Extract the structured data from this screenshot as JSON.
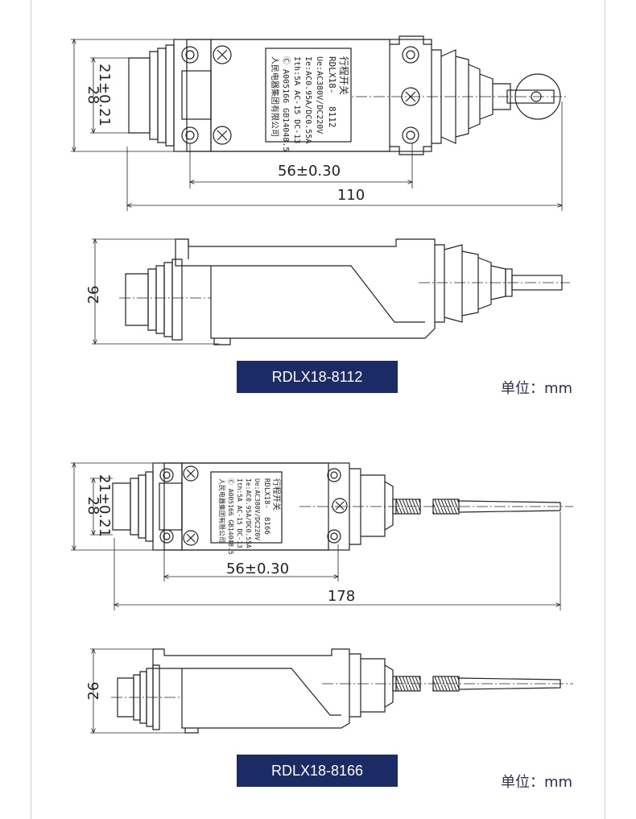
{
  "drawing1": {
    "model_label": "RDLX18-8112",
    "unit_label": "单位：mm",
    "top_view": {
      "dim_height": "28",
      "dim_inner": "21±0.21",
      "dim_mount": "56±0.30",
      "dim_total": "110"
    },
    "side_view": {
      "dim_height": "26"
    },
    "nameplate": {
      "title": "行程开关",
      "model_prefix": "RDLX18-",
      "model_code": "8112",
      "line_ue": "Ue:AC380V/DC220V",
      "line_ie": "Ie:AC0.95A/DC0.55A",
      "line_ith": "Ith:5A AC-15 DC-13",
      "line_std": "Ⓒ A005166 GB14048.5",
      "line_maker": "人民电器集团有限公司"
    }
  },
  "drawing2": {
    "model_label": "RDLX18-8166",
    "unit_label": "单位：mm",
    "top_view": {
      "dim_height": "28",
      "dim_inner": "21±0.21",
      "dim_mount": "56±0.30",
      "dim_total": "178"
    },
    "side_view": {
      "dim_height": "26"
    },
    "nameplate": {
      "title": "行程开关",
      "model_prefix": "RDLX18-",
      "model_code": "8166",
      "line_ue": "Ue:AC380V/DC220V",
      "line_ie": "Ie:AC0.95A/DC0.55A",
      "line_ith": "Ith:5A AC-15 DC-13",
      "line_std": "Ⓒ A005166 GB14048.5",
      "line_maker": "人民电器集团有限公司"
    }
  }
}
